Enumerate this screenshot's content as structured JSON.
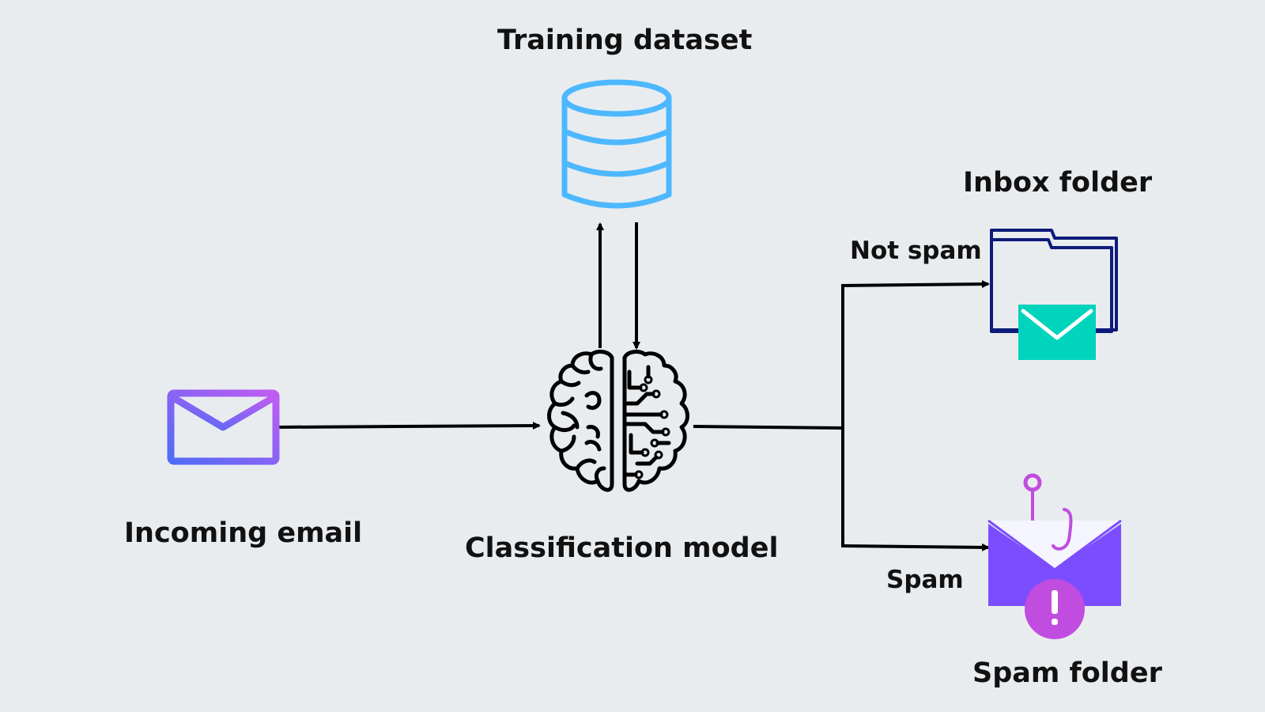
{
  "diagram": {
    "nodes": {
      "training_dataset": {
        "label": "Training dataset",
        "icon": "database-icon"
      },
      "incoming_email": {
        "label": "Incoming email",
        "icon": "email-icon"
      },
      "classification_model": {
        "label": "Classification model",
        "icon": "brain-circuit-icon"
      },
      "inbox_folder": {
        "label": "Inbox folder",
        "icon": "folder-mail-icon"
      },
      "spam_folder": {
        "label": "Spam folder",
        "icon": "spam-mail-icon"
      }
    },
    "edges": {
      "not_spam": {
        "label": "Not spam"
      },
      "spam": {
        "label": "Spam"
      }
    }
  },
  "colors": {
    "background": "#e9ecef",
    "database": "#4db8ff",
    "email_gradient_start": "#4f6cf7",
    "email_gradient_end": "#c05cf2",
    "inbox_folder_outline": "#0d1b7a",
    "inbox_envelope": "#00d4bc",
    "spam_envelope": "#7c4dff",
    "spam_alert": "#c04ce0",
    "arrows": "#000000"
  }
}
